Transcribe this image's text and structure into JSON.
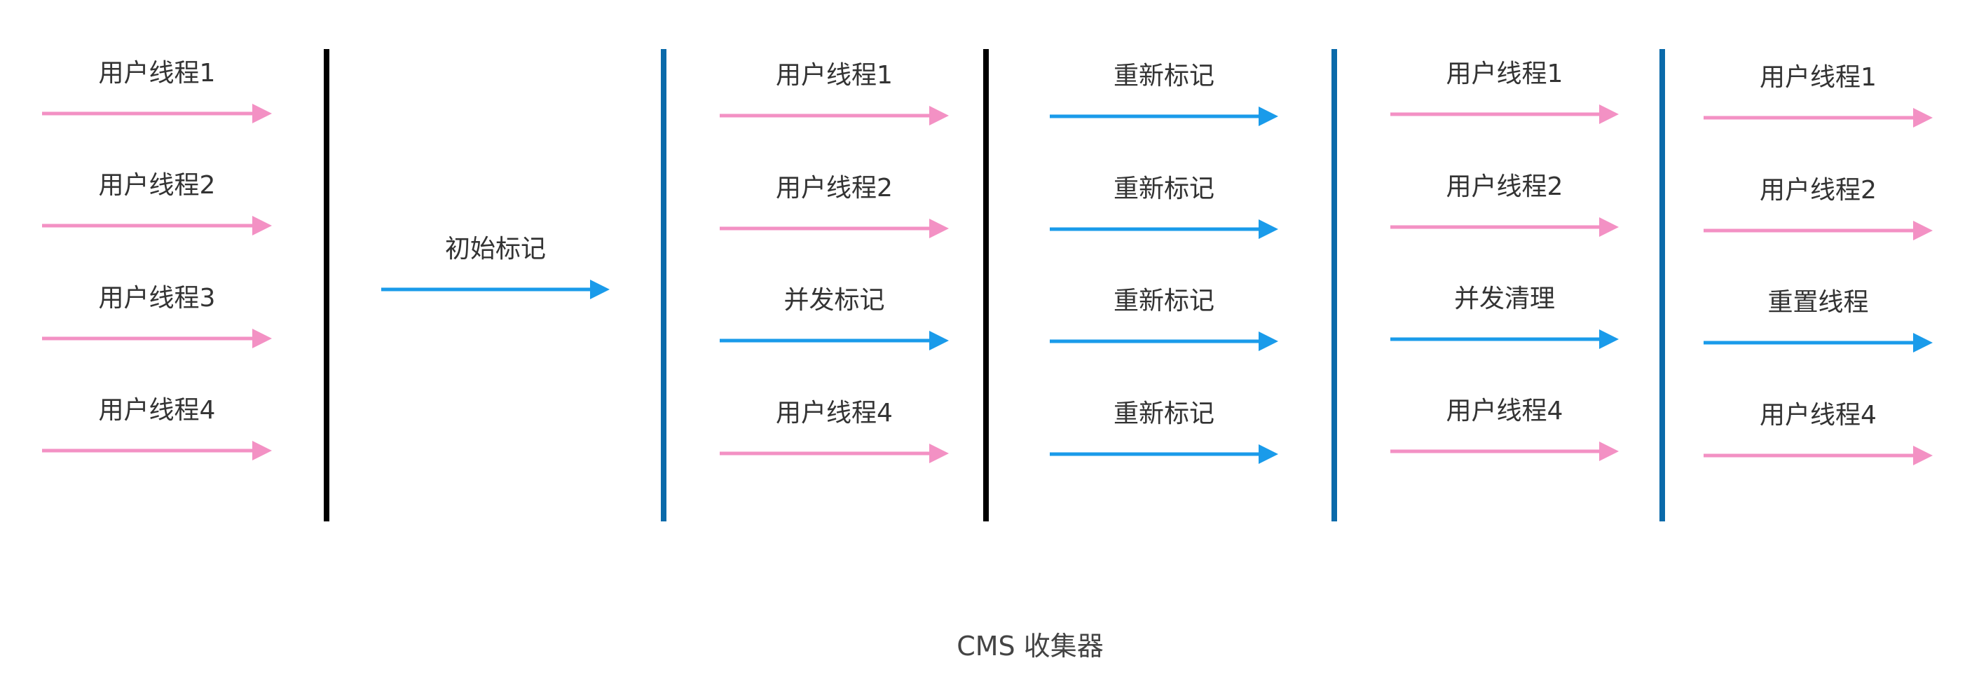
{
  "caption": "CMS 收集器",
  "colors": {
    "user_thread": "#f391c4",
    "gc_thread": "#1a9bea",
    "stw_boundary": "#000000",
    "phase_boundary": "#0a6aaa"
  },
  "phases": [
    {
      "threads": [
        {
          "label": "用户线程1",
          "kind": "user"
        },
        {
          "label": "用户线程2",
          "kind": "user"
        },
        {
          "label": "用户线程3",
          "kind": "user"
        },
        {
          "label": "用户线程4",
          "kind": "user"
        }
      ]
    },
    {
      "threads": [
        {
          "label": "初始标记",
          "kind": "gc"
        }
      ]
    },
    {
      "threads": [
        {
          "label": "用户线程1",
          "kind": "user"
        },
        {
          "label": "用户线程2",
          "kind": "user"
        },
        {
          "label": "并发标记",
          "kind": "gc"
        },
        {
          "label": "用户线程4",
          "kind": "user"
        }
      ]
    },
    {
      "threads": [
        {
          "label": "重新标记",
          "kind": "gc"
        },
        {
          "label": "重新标记",
          "kind": "gc"
        },
        {
          "label": "重新标记",
          "kind": "gc"
        },
        {
          "label": "重新标记",
          "kind": "gc"
        }
      ]
    },
    {
      "threads": [
        {
          "label": "用户线程1",
          "kind": "user"
        },
        {
          "label": "用户线程2",
          "kind": "user"
        },
        {
          "label": "并发清理",
          "kind": "gc"
        },
        {
          "label": "用户线程4",
          "kind": "user"
        }
      ]
    },
    {
      "threads": [
        {
          "label": "用户线程1",
          "kind": "user"
        },
        {
          "label": "用户线程2",
          "kind": "user"
        },
        {
          "label": "重置线程",
          "kind": "gc"
        },
        {
          "label": "用户线程4",
          "kind": "user"
        }
      ]
    }
  ],
  "boundaries": [
    {
      "kind": "stw"
    },
    {
      "kind": "phase"
    },
    {
      "kind": "stw"
    },
    {
      "kind": "phase"
    },
    {
      "kind": "phase"
    }
  ]
}
